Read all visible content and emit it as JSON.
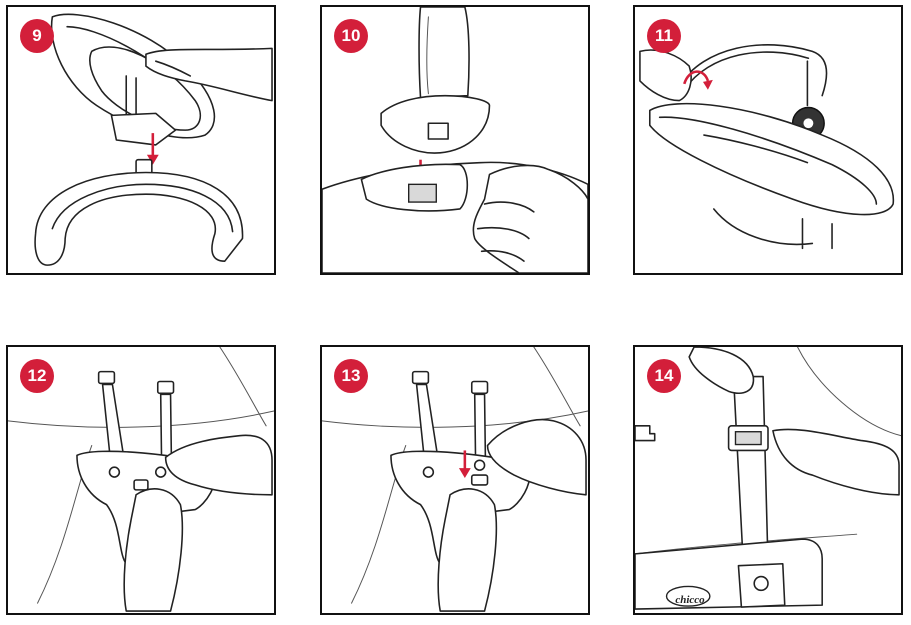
{
  "steps": [
    {
      "number": "9"
    },
    {
      "number": "10"
    },
    {
      "number": "11"
    },
    {
      "number": "12"
    },
    {
      "number": "13"
    },
    {
      "number": "14"
    }
  ],
  "brand_logo": "chicco",
  "colors": {
    "badge": "#d31f3a",
    "arrow": "#d31f3a",
    "line": "#222222"
  }
}
